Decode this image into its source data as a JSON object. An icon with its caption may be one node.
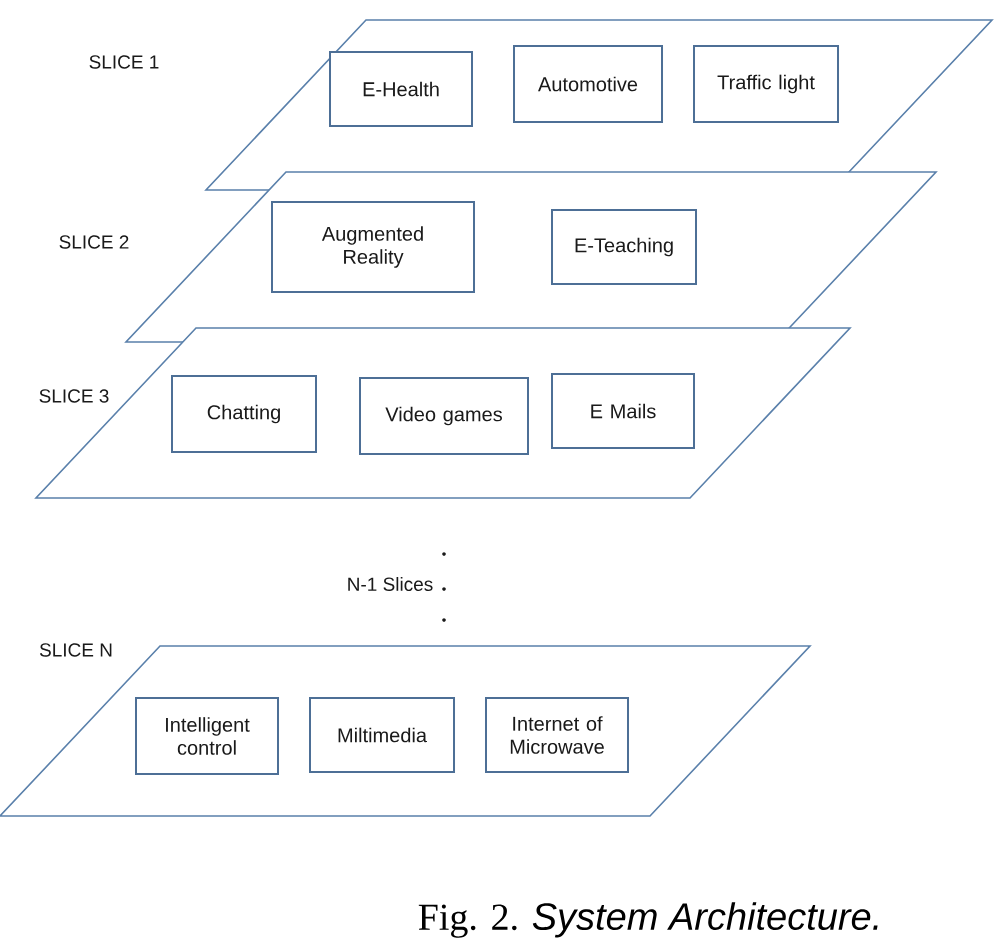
{
  "diagram": {
    "caption": "Fig. 2. *System Architecture.*",
    "nodes": [
      {
        "text": [
          "SLICE 1"
        ]
      },
      {
        "text": [
          "E-Health"
        ],
        "in": 0
      },
      {
        "text": [
          "Automotive"
        ],
        "in": 0
      },
      {
        "text": [
          "Traffic light"
        ],
        "in": 0
      },
      {
        "text": [
          "SLICE 2"
        ]
      },
      {
        "text": [
          "Augmented Reality"
        ],
        "in": 4
      },
      {
        "text": [
          "E-Teaching"
        ],
        "in": 4
      },
      {
        "text": [
          "SLICE 3"
        ]
      },
      {
        "text": [
          "Chatting"
        ],
        "in": 7
      },
      {
        "text": [
          "Video games"
        ],
        "in": 7
      },
      {
        "text": [
          "E Mails"
        ],
        "in": 7
      },
      {
        "text": [
          "SLICE N"
        ]
      },
      {
        "text": [
          "Intelligent control"
        ],
        "in": 11
      },
      {
        "text": [
          "Miltimedia"
        ],
        "in": 11
      },
      {
        "text": [
          "Internet of Microwave"
        ],
        "in": 11
      }
    ],
    "labels": [
      "N-1 Slices"
    ]
  }
}
